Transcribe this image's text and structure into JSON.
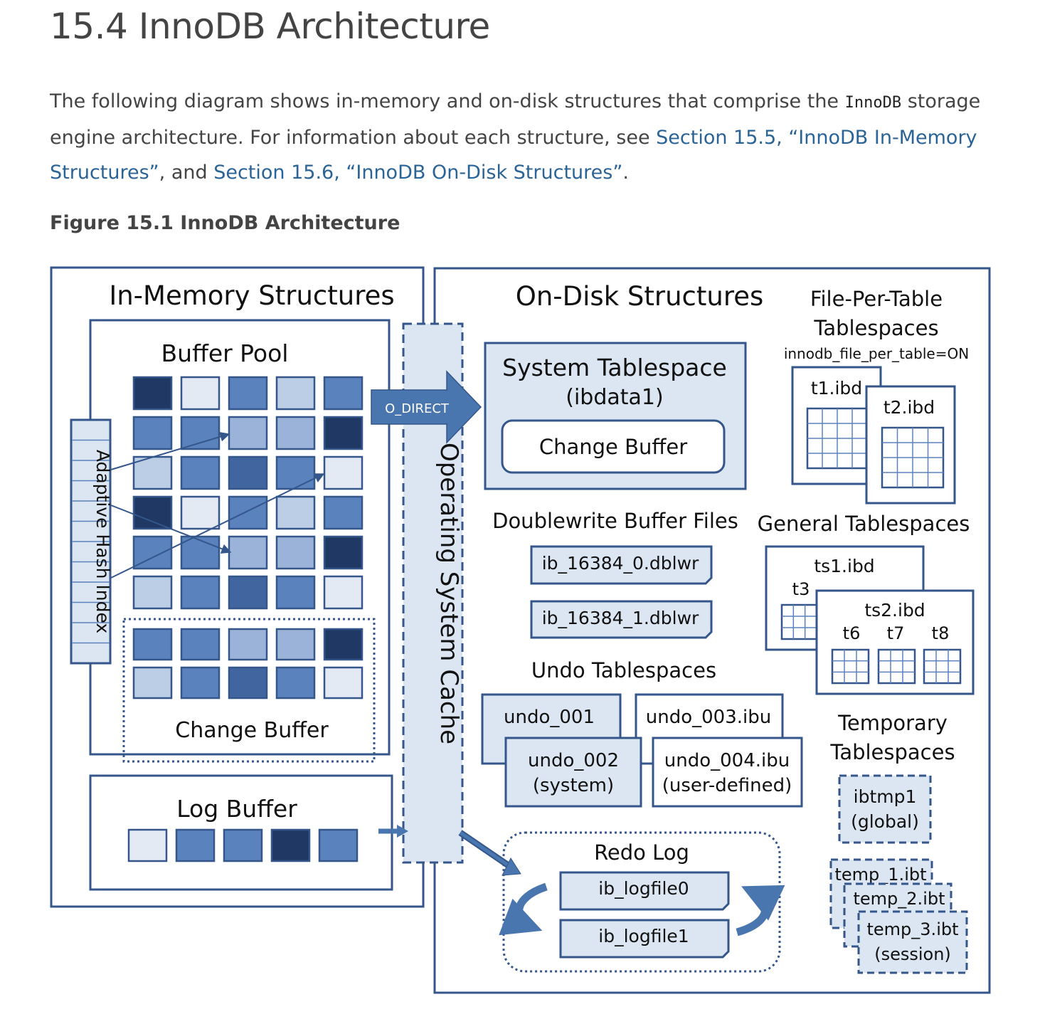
{
  "page": {
    "title": "15.4 InnoDB Architecture",
    "intro_before_code": "The following diagram shows in-memory and on-disk structures that comprise the ",
    "intro_code": "InnoDB",
    "intro_after_code": " storage engine architecture. For information about each structure, see ",
    "link_inmemory": "Section 15.5, “InnoDB In-Memory Structures”",
    "intro_and": ", and ",
    "link_ondisk": "Section 15.6, “InnoDB On-Disk Structures”",
    "intro_end": ".",
    "figure_title": "Figure 15.1 InnoDB Architecture"
  },
  "diagram": {
    "in_memory": {
      "title": "In-Memory Structures",
      "buffer_pool": "Buffer Pool",
      "adaptive_hash_index": "Adaptive Hash Index",
      "change_buffer": "Change Buffer",
      "log_buffer": "Log Buffer"
    },
    "o_direct": "O_DIRECT",
    "os_cache": "Operating System Cache",
    "on_disk": {
      "title": "On-Disk Structures",
      "system_tablespace": "System Tablespace",
      "system_tablespace_file": "(ibdata1)",
      "change_buffer": "Change Buffer",
      "doublewrite_title": "Doublewrite Buffer Files",
      "dblwr_files": [
        "ib_16384_0.dblwr",
        "ib_16384_1.dblwr"
      ],
      "undo_title": "Undo Tablespaces",
      "undo_001": "undo_001",
      "undo_002": "undo_002",
      "undo_002_sub": "(system)",
      "undo_003": "undo_003.ibu",
      "undo_004": "undo_004.ibu",
      "undo_004_sub": "(user-defined)",
      "redo_title": "Redo Log",
      "redo_files": [
        "ib_logfile0",
        "ib_logfile1"
      ],
      "fpt_title_1": "File-Per-Table",
      "fpt_title_2": "Tablespaces",
      "fpt_setting": "innodb_file_per_table=ON",
      "t1": "t1.ibd",
      "t2": "t2.ibd",
      "general_title": "General Tablespaces",
      "ts1": "ts1.ibd",
      "t3": "t3",
      "ts2": "ts2.ibd",
      "t6": "t6",
      "t7": "t7",
      "t8": "t8",
      "temp_title_1": "Temporary",
      "temp_title_2": "Tablespaces",
      "ibtmp1": "ibtmp1",
      "ibtmp1_sub": "(global)",
      "temp_1": "temp_1.ibt",
      "temp_2": "temp_2.ibt",
      "temp_3": "temp_3.ibt",
      "temp_3_sub": "(session)"
    },
    "colors": {
      "frame": "#34568b",
      "light_fill": "#dce6f2",
      "cell_1": "#e4eaf4",
      "cell_2": "#bccde6",
      "cell_3": "#9bb3d8",
      "cell_4": "#5a82bd",
      "cell_5": "#41659e",
      "cell_6": "#1f3864",
      "arrow": "#4a76b0"
    },
    "buffer_pool_shades": [
      [
        6,
        1,
        4,
        2,
        4
      ],
      [
        4,
        4,
        3,
        3,
        6
      ],
      [
        2,
        4,
        5,
        4,
        1
      ],
      [
        6,
        1,
        4,
        2,
        4
      ],
      [
        4,
        4,
        3,
        3,
        6
      ],
      [
        2,
        4,
        5,
        4,
        1
      ]
    ],
    "change_buffer_shades": [
      [
        4,
        4,
        3,
        3,
        6
      ],
      [
        2,
        4,
        5,
        4,
        1
      ]
    ],
    "log_buffer_shades": [
      1,
      4,
      4,
      6,
      4
    ]
  }
}
